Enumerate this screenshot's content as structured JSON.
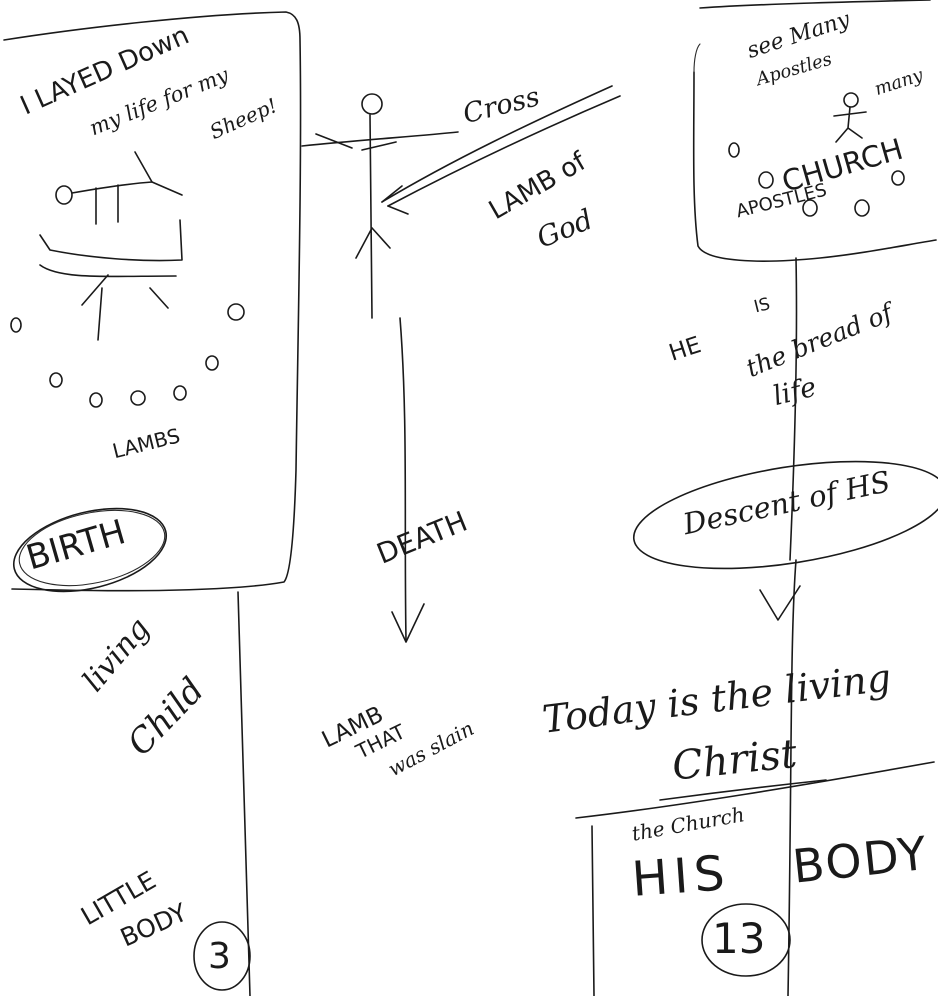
{
  "panels": {
    "birth": {
      "quote_line1": "I LAYED Down",
      "quote_line2": "my life for my",
      "quote_line3": "Sheep!",
      "lambs_label": "LAMBS",
      "stage_label": "BIRTH"
    },
    "cross": {
      "cross_label": "Cross",
      "lamb_of_god_line1": "LAMB of",
      "lamb_of_god_line2": "God",
      "stage_label": "DEATH",
      "slain_line1": "LAMB",
      "slain_line2": "THAT",
      "slain_line3": "was slain"
    },
    "church": {
      "see_many_line1": "see Many",
      "see_many_line2": "Apostles",
      "many_label": "many",
      "church_label": "CHURCH",
      "apostles_label": "APOSTLES",
      "bread_line1": "HE",
      "bread_line2": "IS",
      "bread_line3": "the bread of",
      "bread_line4": "life",
      "stage_label": "Descent of HS"
    },
    "bottom_left": {
      "living_line1": "living",
      "living_line2": "Child",
      "body_line1": "LITTLE",
      "body_line2": "BODY",
      "number": "3"
    },
    "bottom_right": {
      "today_line1": "Today is the living",
      "today_line2": "Christ",
      "church_label": "the Church",
      "his_label": "HIS",
      "body_label": "BODY",
      "number": "13"
    }
  }
}
